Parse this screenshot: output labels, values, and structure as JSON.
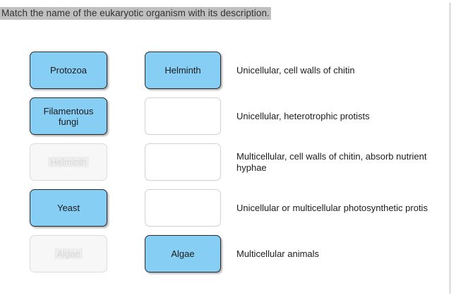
{
  "prompt": {
    "text": "Match the name of the eukaryotic organism with its description.",
    "highlight_color": "#c0c0c0"
  },
  "colors": {
    "tile_blue": "#87cef5",
    "tile_border": "#2b2b2b",
    "empty_border": "#d2d2d2",
    "used_background": "#f7f7f7",
    "used_text": "#d9d9d9",
    "text": "#1c1c1c",
    "rule": "#b9b9b9"
  },
  "source_column": {
    "items": [
      {
        "label": "Protozoa",
        "state": "available"
      },
      {
        "label": "Filamentous fungi",
        "state": "available"
      },
      {
        "label": "Helminth",
        "state": "used"
      },
      {
        "label": "Yeast",
        "state": "available"
      },
      {
        "label": "Algae",
        "state": "used"
      }
    ]
  },
  "match_rows": [
    {
      "answer": "Helminth",
      "answer_state": "filled",
      "description": "Unicellular, cell walls of chitin"
    },
    {
      "answer": "",
      "answer_state": "empty",
      "description": "Unicellular, heterotrophic protists"
    },
    {
      "answer": "",
      "answer_state": "empty",
      "description": "Multicellular, cell walls of chitin, absorb nutrient\nhyphae"
    },
    {
      "answer": "",
      "answer_state": "empty",
      "description": "Unicellular or multicellular photosynthetic protis"
    },
    {
      "answer": "Algae",
      "answer_state": "filled",
      "description": "Multicellular animals"
    }
  ]
}
